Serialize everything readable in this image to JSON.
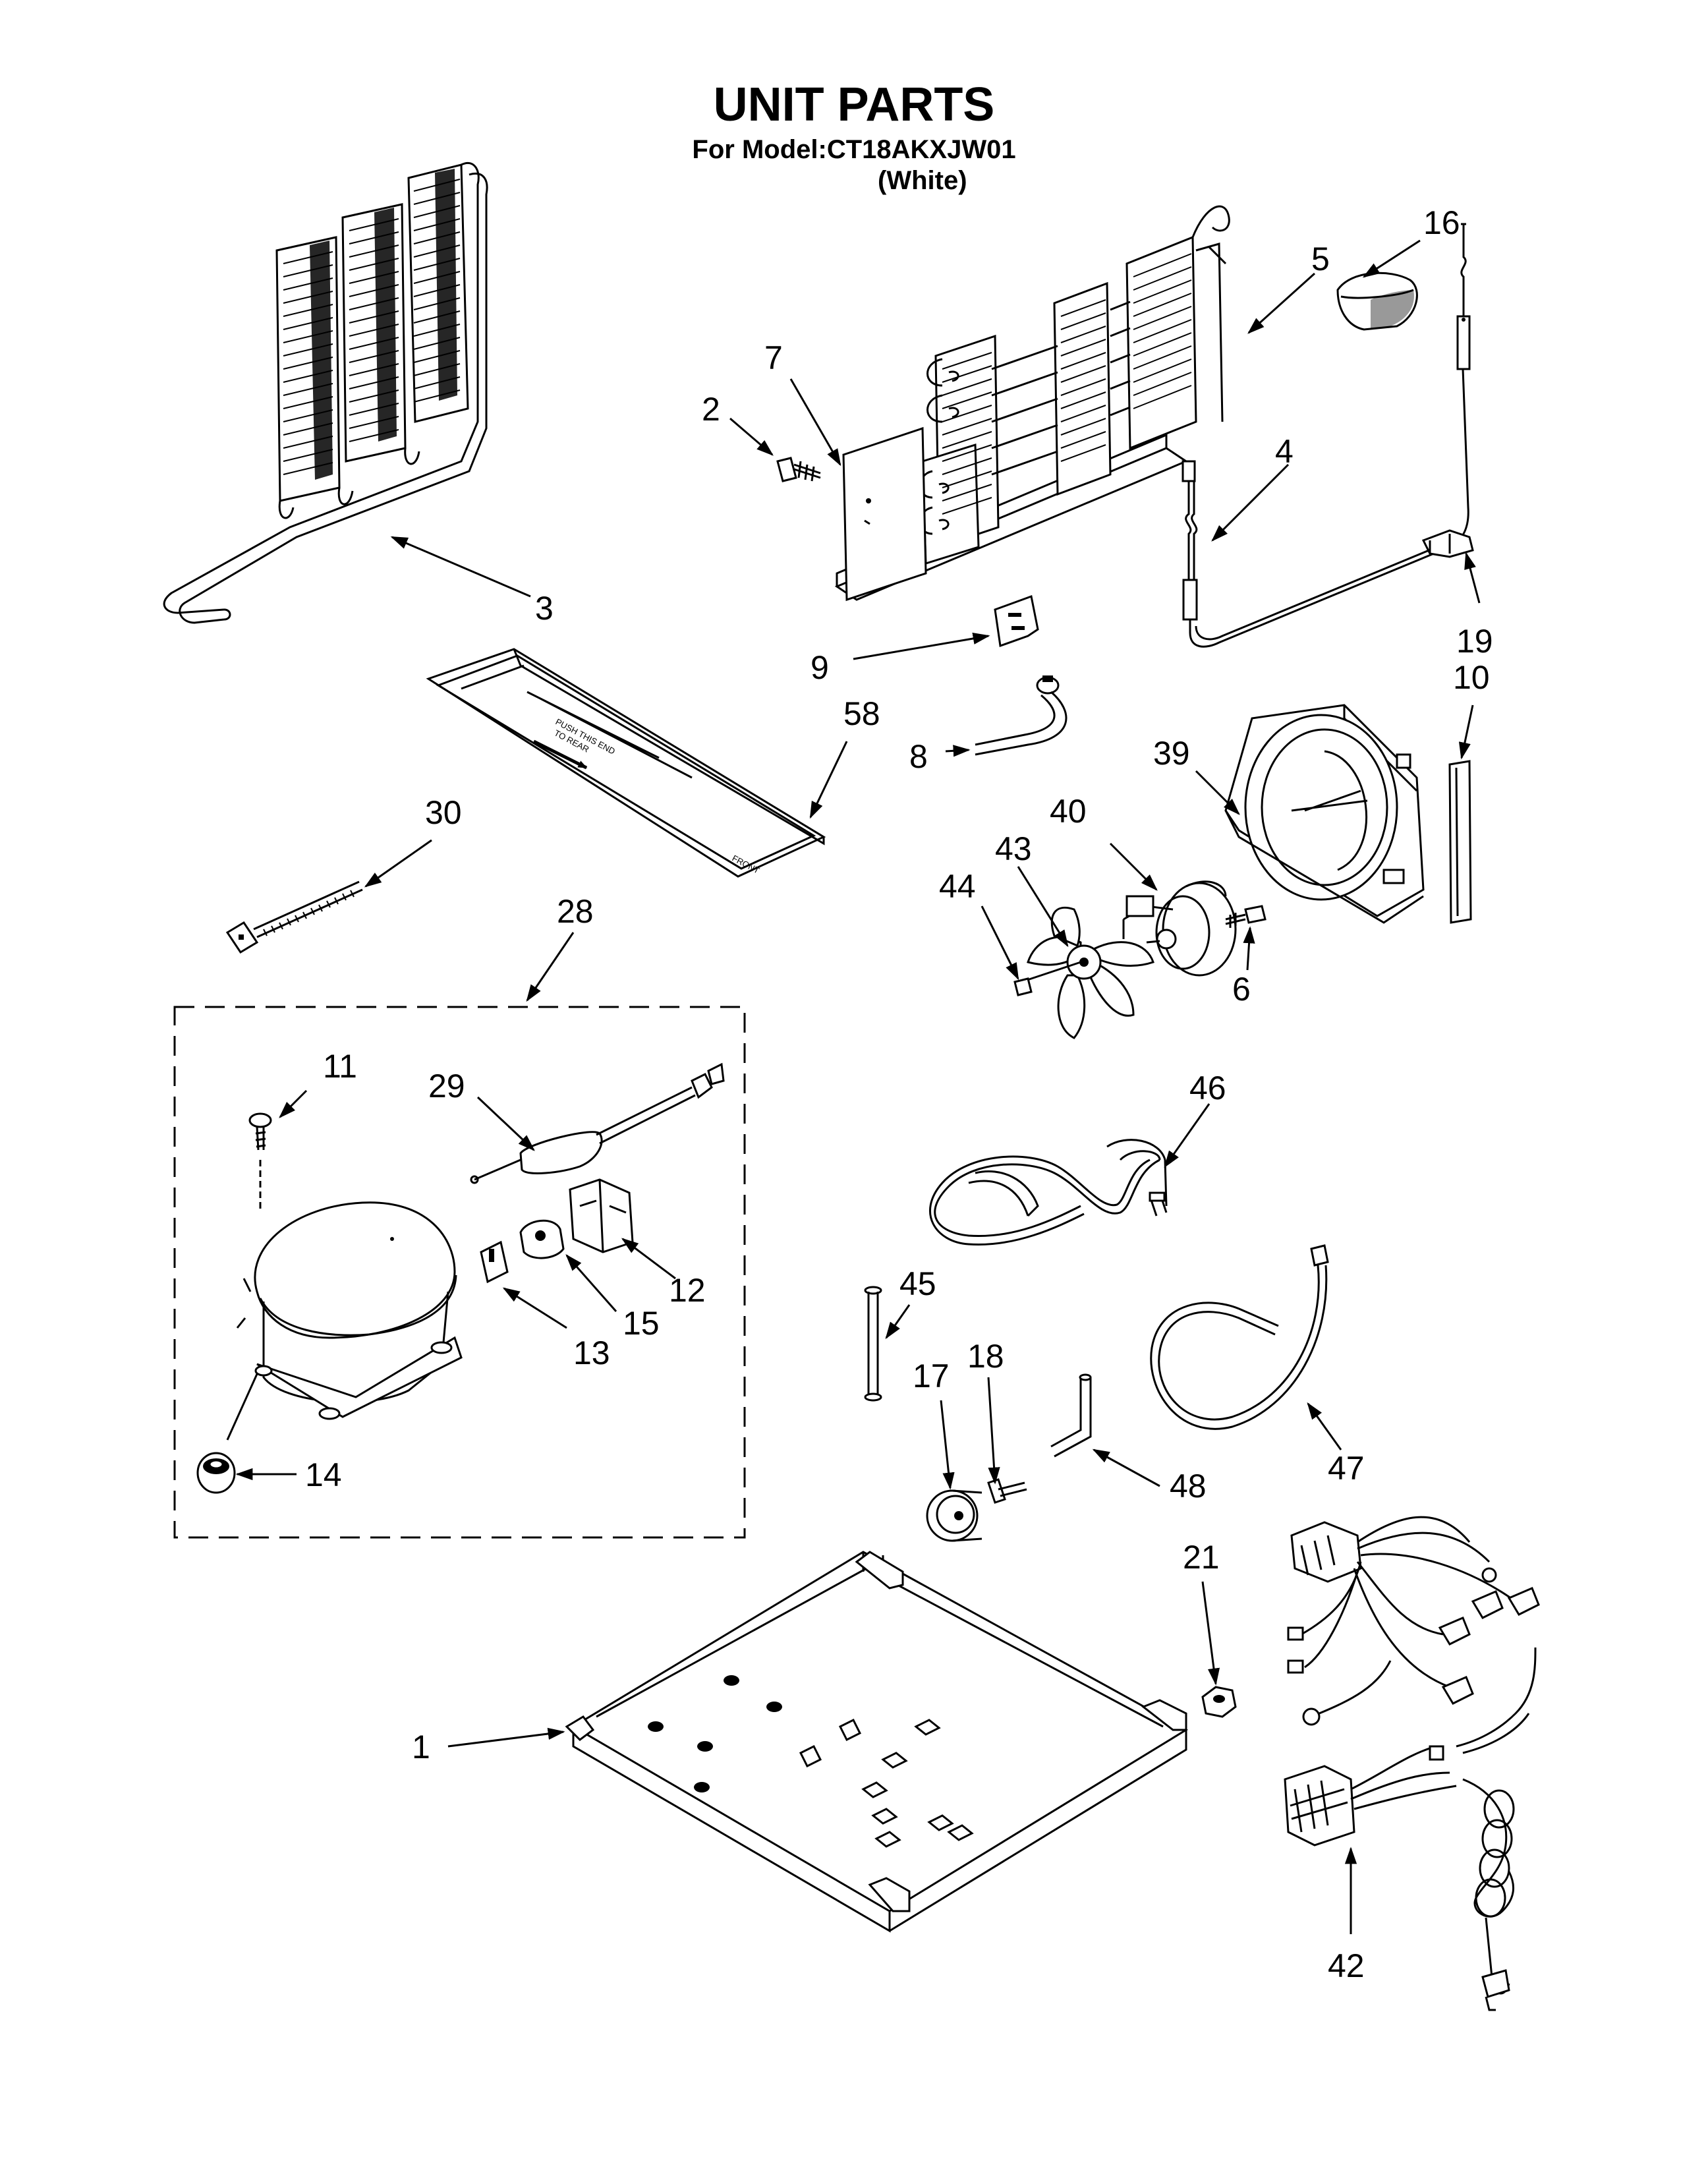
{
  "header": {
    "title": "UNIT PARTS",
    "model_line": "For Model:CT18AKXJW01",
    "color_line": "(White)"
  },
  "drip_tray": {
    "push_text_1": "PUSH THIS END",
    "push_text_2": "TO REAR",
    "front_text": "FRONT"
  },
  "callouts": {
    "c1": "1",
    "c2": "2",
    "c3": "3",
    "c4": "4",
    "c5": "5",
    "c6": "6",
    "c7": "7",
    "c8": "8",
    "c9": "9",
    "c10": "10",
    "c11": "11",
    "c12": "12",
    "c13": "13",
    "c14": "14",
    "c15": "15",
    "c16": "16",
    "c17": "17",
    "c18": "18",
    "c19": "19",
    "c21": "21",
    "c28": "28",
    "c29": "29",
    "c30": "30",
    "c39": "39",
    "c40": "40",
    "c42": "42",
    "c43": "43",
    "c44": "44",
    "c45": "45",
    "c46": "46",
    "c47": "47",
    "c48": "48",
    "c58": "58"
  },
  "colors": {
    "ink": "#000000",
    "paper": "#ffffff"
  }
}
